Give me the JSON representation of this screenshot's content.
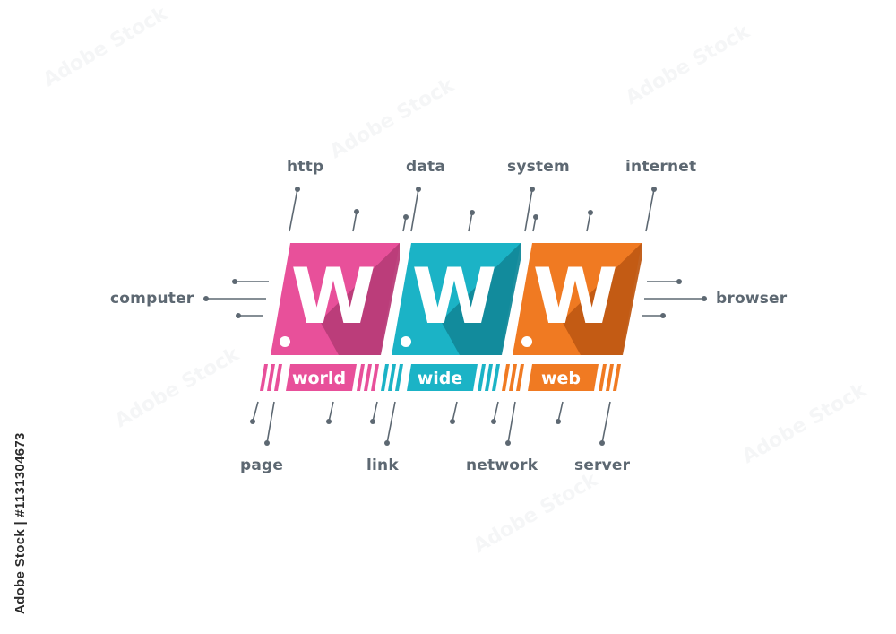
{
  "logo": {
    "letter": "W",
    "tiles": [
      {
        "letter": "W",
        "word": "world",
        "color": "#e8509a",
        "shade": "#b83c78"
      },
      {
        "letter": "W",
        "word": "wide",
        "color": "#1bb3c6",
        "shade": "#12899a"
      },
      {
        "letter": "W",
        "word": "web",
        "color": "#f07a22",
        "shade": "#c05a14"
      }
    ]
  },
  "terms": {
    "http": "http",
    "data": "data",
    "system": "system",
    "internet": "internet",
    "computer": "computer",
    "browser": "browser",
    "page": "page",
    "link": "link",
    "network": "network",
    "server": "server"
  },
  "colors": {
    "pink": "#e8509a",
    "teal": "#1bb3c6",
    "orange": "#f07a22",
    "label_text": "#5d6872",
    "connector": "#5d6872"
  },
  "stock_id": "Adobe Stock | #1131304673",
  "watermark_text": "Adobe Stock"
}
